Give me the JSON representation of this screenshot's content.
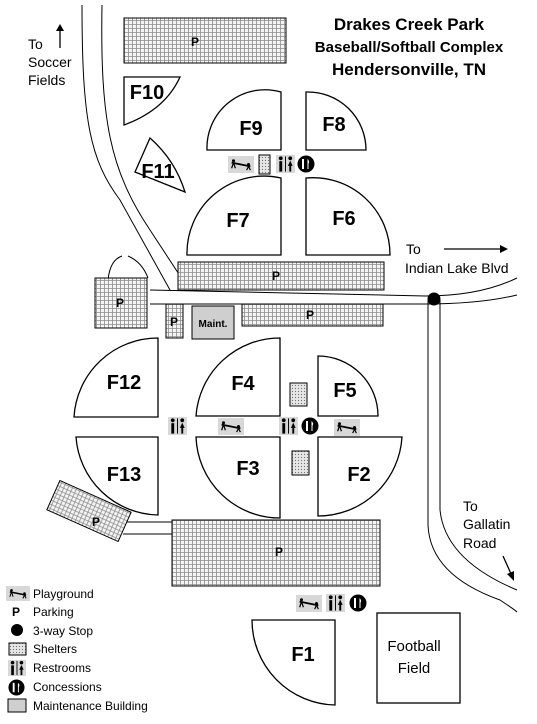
{
  "title": {
    "line1": "Drakes Creek Park",
    "line2": "Baseball/Softball Complex",
    "line3": "Hendersonville, TN"
  },
  "directions": {
    "soccer": [
      "To",
      "Soccer",
      "Fields"
    ],
    "indian_lake": [
      "To",
      "Indian Lake Blvd"
    ],
    "gallatin": [
      "To",
      "Gallatin",
      "Road"
    ]
  },
  "fields": [
    "F1",
    "F2",
    "F3",
    "F4",
    "F5",
    "F6",
    "F7",
    "F8",
    "F9",
    "F10",
    "F11",
    "F12",
    "F13"
  ],
  "parking_label": "P",
  "maintenance_label": "Maint.",
  "football": [
    "Football",
    "Field"
  ],
  "legend": [
    {
      "icon": "playground-icon",
      "label": "Playground"
    },
    {
      "icon": "parking-icon",
      "label": "Parking"
    },
    {
      "icon": "stop-icon",
      "label": "3-way Stop"
    },
    {
      "icon": "shelter-icon",
      "label": "Shelters"
    },
    {
      "icon": "restroom-icon",
      "label": "Restrooms"
    },
    {
      "icon": "concessions-icon",
      "label": "Concessions"
    },
    {
      "icon": "maintenance-icon",
      "label": "Maintenance Building"
    }
  ],
  "colors": {
    "lot_hatch": "#8c8c8c",
    "icon_bg": "#d8d8d8",
    "maintenance": "#cfcfcf"
  }
}
